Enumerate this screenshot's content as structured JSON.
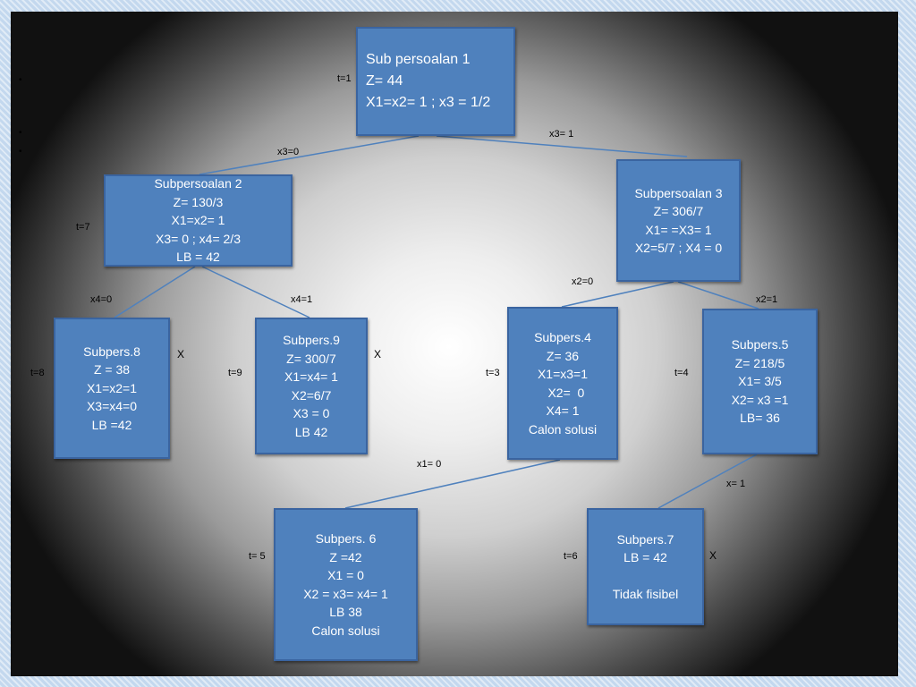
{
  "nodes": {
    "root": {
      "lines": [
        "Sub persoalan 1",
        "Z= 44",
        "X1=x2= 1 ; x3 = 1/2"
      ]
    },
    "n2": {
      "lines": [
        "Subpersoalan 2",
        "Z=  130/3",
        "X1=x2= 1",
        "X3= 0 ; x4= 2/3",
        "LB =  42"
      ]
    },
    "n3": {
      "lines": [
        "Subpersoalan 3",
        "Z= 306/7",
        "X1= =X3= 1",
        "X2=5/7 ; X4 = 0"
      ]
    },
    "n8": {
      "lines": [
        "Subpers.8",
        "Z = 38",
        "X1=x2=1",
        "X3=x4=0",
        "LB =42"
      ]
    },
    "n9": {
      "lines": [
        "Subpers.9",
        "Z= 300/7",
        "X1=x4= 1",
        "X2=6/7",
        "X3 = 0",
        "LB 42"
      ]
    },
    "n4": {
      "lines": [
        "Subpers.4",
        "Z= 36",
        "X1=x3=1",
        "  X2=  0",
        "X4= 1",
        "Calon solusi"
      ]
    },
    "n5": {
      "lines": [
        "Subpers.5",
        "Z= 218/5",
        "X1= 3/5",
        "X2= x3 =1",
        "LB= 36"
      ]
    },
    "n6": {
      "lines": [
        "Subpers. 6",
        "Z =42",
        "X1 = 0",
        "X2 = x3= x4= 1",
        "LB 38",
        "Calon solusi"
      ]
    },
    "n7": {
      "lines": [
        "Subpers.7",
        "LB = 42",
        "",
        "Tidak fisibel"
      ]
    }
  },
  "edge_labels": {
    "x3_0": "x3=0",
    "x3_1": "x3= 1",
    "x4_0": "x4=0",
    "x4_1": "x4=1",
    "x2_0": "x2=0",
    "x2_1": "x2=1",
    "x1_0": "x1= 0",
    "x1_1": "x= 1"
  },
  "step_labels": {
    "t1": "t=1",
    "t7": "t=7",
    "t8": "t=8",
    "t9": "t=9",
    "t3": "t=3",
    "t4": "t=4",
    "t5": "t= 5",
    "t6": "t=6"
  },
  "prune_marks": {
    "n8": "X",
    "n9": "X",
    "n7": "X"
  },
  "bullets": [
    "•",
    "•",
    "•"
  ],
  "colors": {
    "node_fill": "#4f81bd",
    "node_border": "#3a64a0",
    "edge_line": "#4f81bd",
    "node_text": "#ffffff"
  }
}
